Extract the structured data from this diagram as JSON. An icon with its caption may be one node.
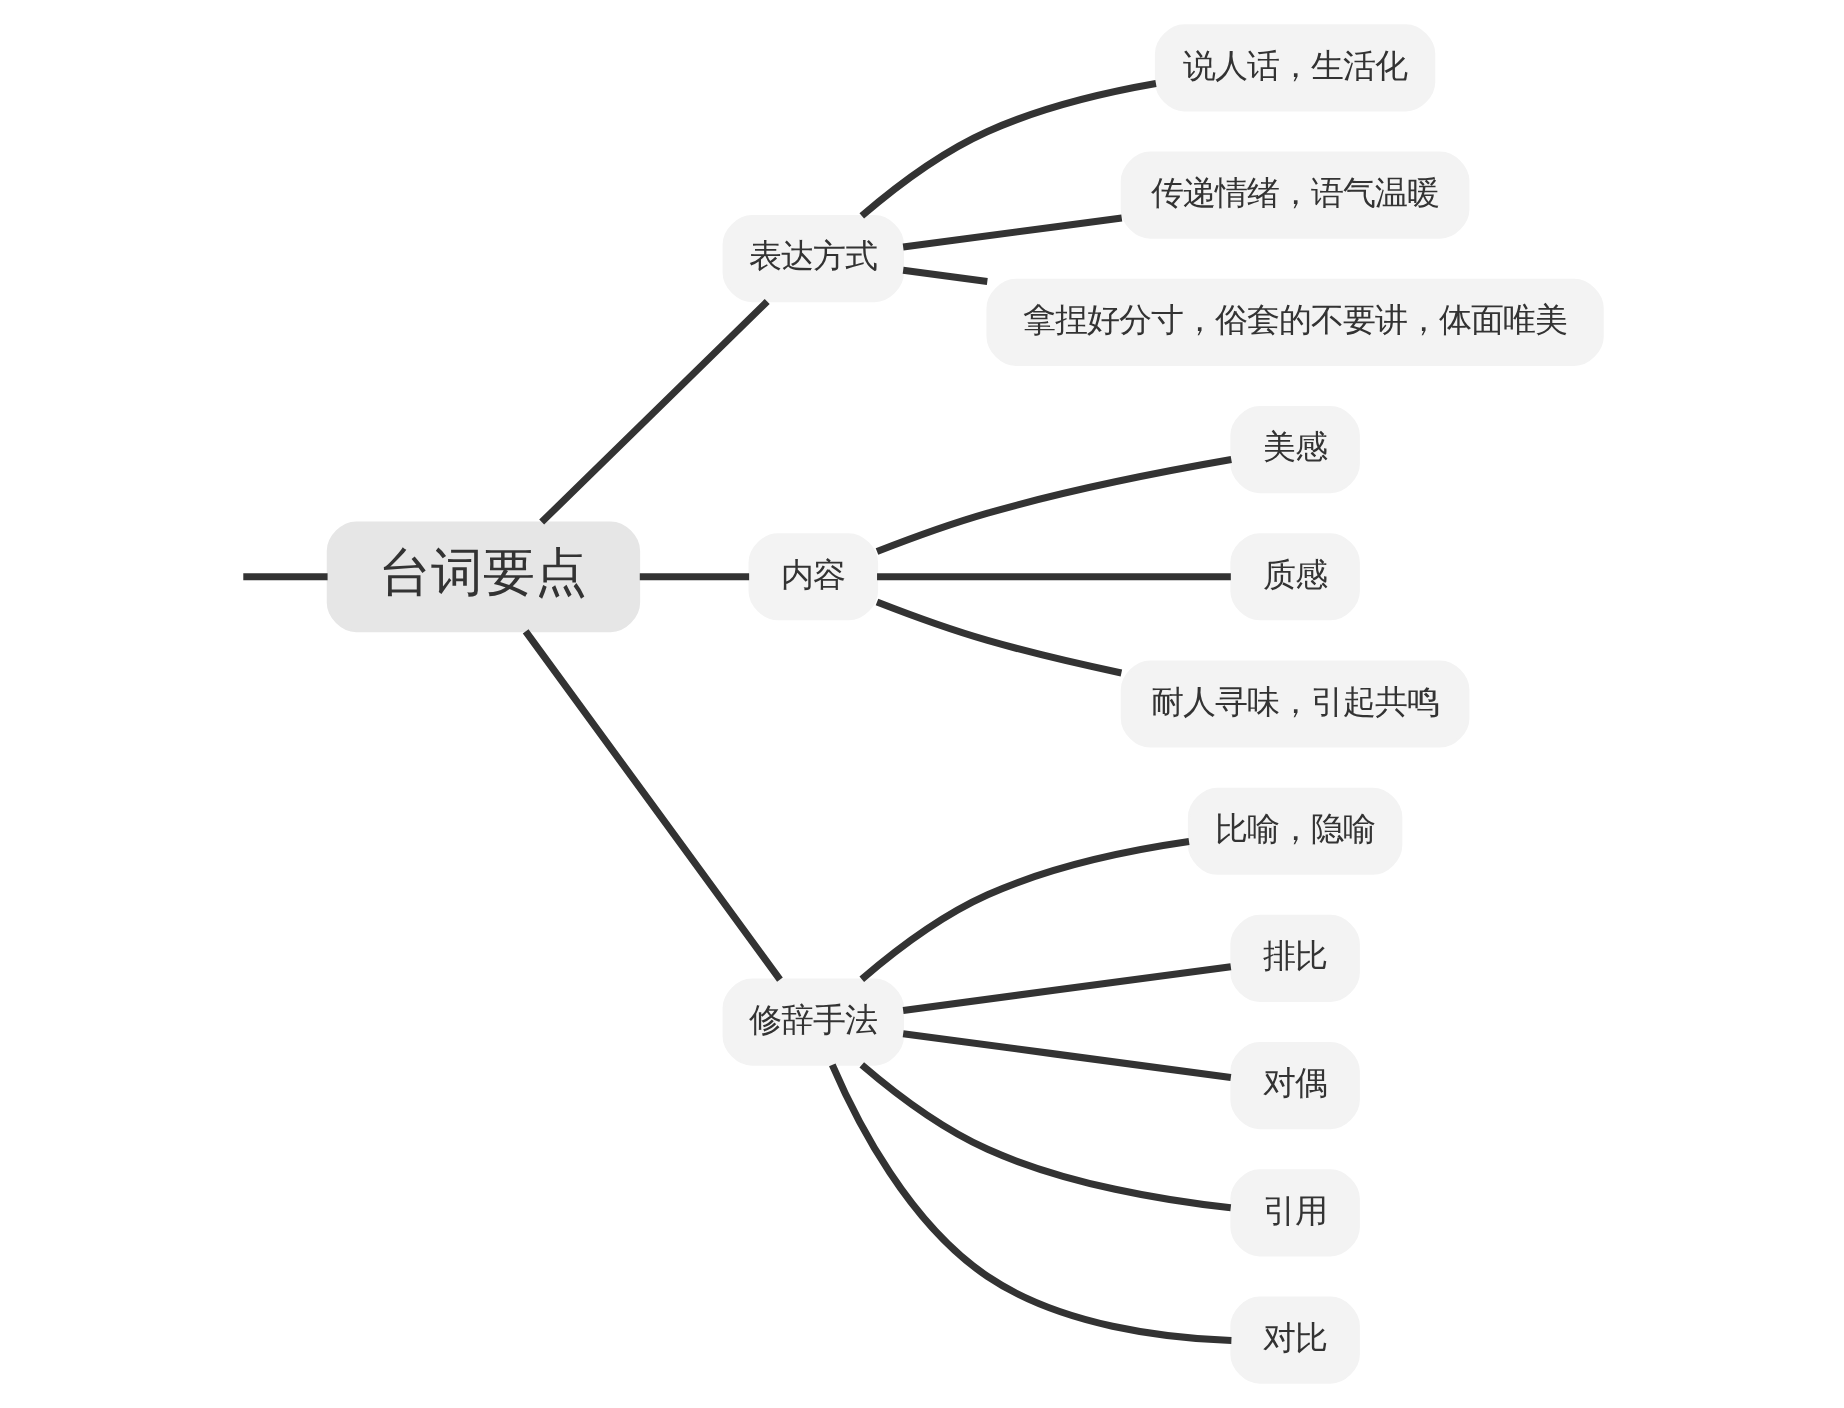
{
  "diagram": {
    "nodes": [
      {
        "text": [
          "台词要点"
        ]
      },
      {
        "text": [
          "表达方式"
        ]
      },
      {
        "text": [
          "说人话，生活化"
        ]
      },
      {
        "text": [
          "传递情绪，语气温暖"
        ]
      },
      {
        "text": [
          "拿捏好分寸，俗套的不要讲，体面唯美"
        ]
      },
      {
        "text": [
          "内容"
        ]
      },
      {
        "text": [
          "美感"
        ]
      },
      {
        "text": [
          "质感"
        ]
      },
      {
        "text": [
          "耐人寻味，引起共鸣"
        ]
      },
      {
        "text": [
          "修辞手法"
        ]
      },
      {
        "text": [
          "比喻，隐喻"
        ]
      },
      {
        "text": [
          "排比"
        ]
      },
      {
        "text": [
          "对偶"
        ]
      },
      {
        "text": [
          "引用"
        ]
      },
      {
        "text": [
          "对比"
        ]
      }
    ],
    "edges": [
      {
        "from": null,
        "to": 0,
        "arrow": "none"
      },
      {
        "from": 0,
        "to": 1,
        "arrow": "none"
      },
      {
        "from": 0,
        "to": 5,
        "arrow": "none"
      },
      {
        "from": 0,
        "to": 9,
        "arrow": "none"
      },
      {
        "from": 1,
        "to": 2,
        "arrow": "none"
      },
      {
        "from": 1,
        "to": 3,
        "arrow": "none"
      },
      {
        "from": 1,
        "to": 4,
        "arrow": "none"
      },
      {
        "from": 5,
        "to": 6,
        "arrow": "none"
      },
      {
        "from": 5,
        "to": 7,
        "arrow": "none"
      },
      {
        "from": 5,
        "to": 8,
        "arrow": "none"
      },
      {
        "from": 9,
        "to": 10,
        "arrow": "none"
      },
      {
        "from": 9,
        "to": 11,
        "arrow": "none"
      },
      {
        "from": 9,
        "to": 12,
        "arrow": "none"
      },
      {
        "from": 9,
        "to": 13,
        "arrow": "none"
      },
      {
        "from": 9,
        "to": 14,
        "arrow": "none"
      }
    ]
  }
}
